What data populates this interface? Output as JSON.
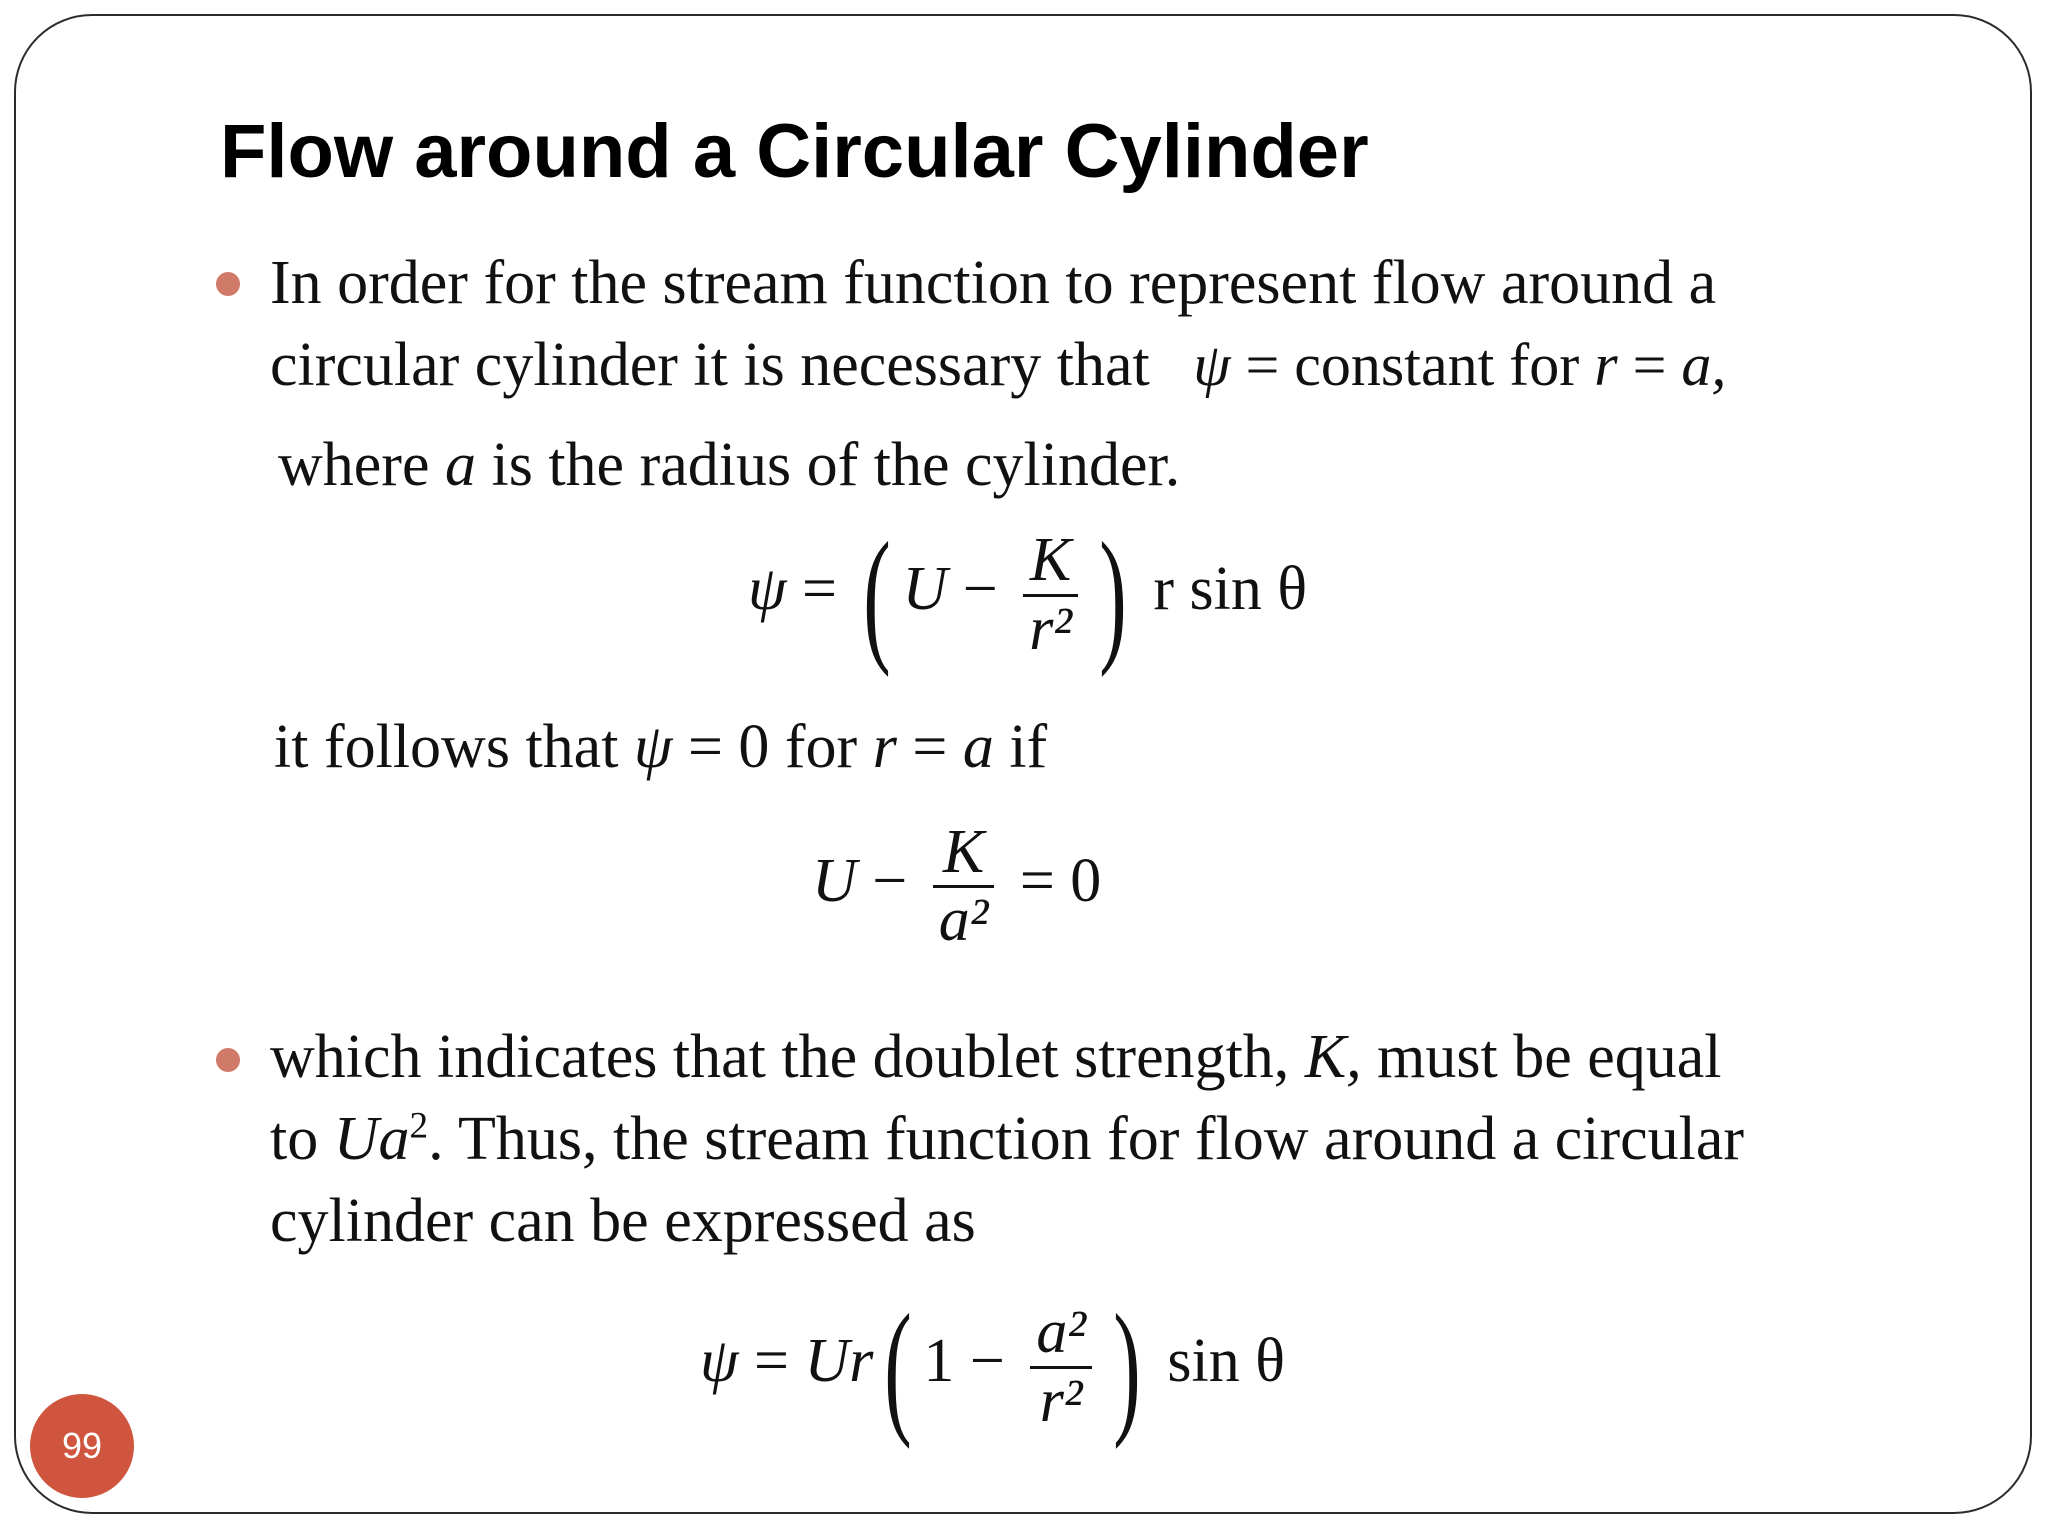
{
  "slide": {
    "title": "Flow around a Circular Cylinder",
    "page_number": "99",
    "bullet1": {
      "line1": "In order for the stream function to represent flow around a",
      "line2_text": "circular cylinder it is necessary that",
      "line2_psi": "ψ",
      "line2_mid": " = constant for ",
      "line2_r": "r",
      "line2_eq": " = ",
      "line2_a": "a,",
      "line3_pre": "where ",
      "line3_a": "a",
      "line3_post": " is the radius of the cylinder."
    },
    "eq1": {
      "psi": "ψ",
      "equals": "=",
      "U": "U",
      "minus": "−",
      "num": "K",
      "den": "r²",
      "tail": "r sin θ"
    },
    "follows": {
      "pre": "it follows that ",
      "psi": "ψ",
      "mid": " = 0 for ",
      "r": "r",
      "eq": " = ",
      "a": "a",
      "post": " if"
    },
    "eq2": {
      "U": "U",
      "minus": "−",
      "num": "K",
      "den": "a²",
      "tail": "= 0"
    },
    "bullet2": {
      "line1_pre": "which indicates that the doublet strength, ",
      "line1_K": "K,",
      "line1_post": " must be equal",
      "line2_pre": "to ",
      "line2_Ua": "Ua",
      "line2_sup": "2",
      "line2_post": ". Thus, the stream function for flow around a circular",
      "line3": "cylinder can be expressed as"
    },
    "eq3": {
      "psi": "ψ",
      "equals": "=",
      "Ur": "Ur",
      "one": "1",
      "minus": "−",
      "num": "a²",
      "den": "r²",
      "tail": "sin θ"
    }
  }
}
